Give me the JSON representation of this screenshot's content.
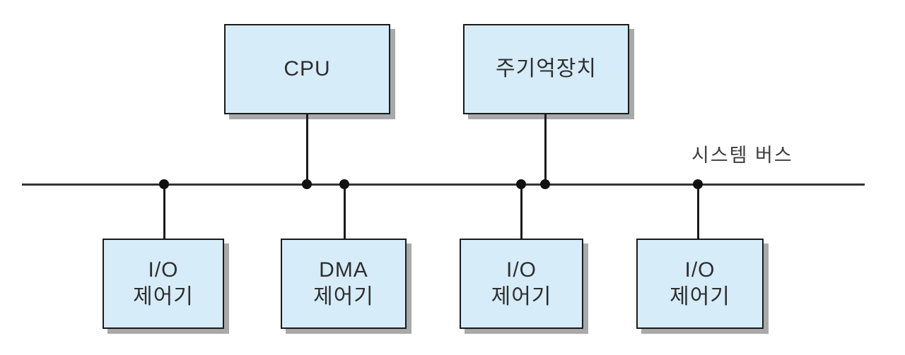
{
  "diagram": {
    "title": "system-bus-architecture-diagram",
    "bus": {
      "label": "시스템 버스"
    },
    "nodes": {
      "cpu": {
        "label": "CPU"
      },
      "memory": {
        "label": "주기억장치"
      },
      "io1": {
        "line1": "I/O",
        "line2": "제어기"
      },
      "dma": {
        "line1": "DMA",
        "line2": "제어기"
      },
      "io2": {
        "line1": "I/O",
        "line2": "제어기"
      },
      "io3": {
        "line1": "I/O",
        "line2": "제어기"
      }
    },
    "colors": {
      "box_fill": "#d6ecf8",
      "box_border": "#1a1a1a",
      "box_shadow": "#a9a9a9",
      "bus_line": "#333333",
      "junction_dot": "#111111",
      "text": "#2e2e2e"
    }
  }
}
